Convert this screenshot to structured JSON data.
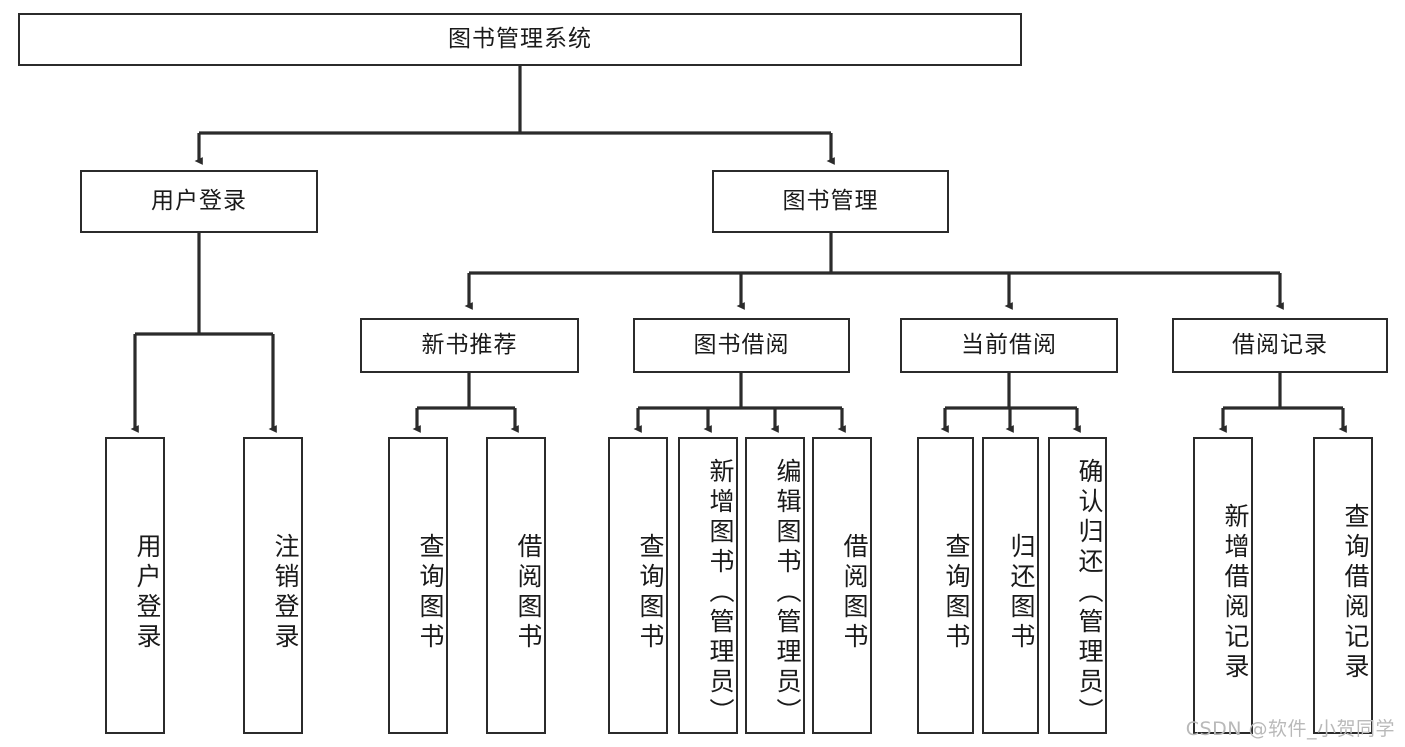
{
  "diagram": {
    "type": "tree-hierarchy",
    "title": "图书管理系统",
    "orientation": "top-down",
    "edge_style": "orthogonal-arrow",
    "colors": {
      "box_border": "#2b2b2b",
      "box_fill": "#ffffff",
      "edge": "#2b2b2b",
      "text": "#1a1a1a",
      "watermark": "#b9b9b9",
      "background": "#ffffff"
    },
    "root": {
      "label": "图书管理系统"
    },
    "level1": [
      {
        "label": "用户登录"
      },
      {
        "label": "图书管理"
      }
    ],
    "level2": [
      {
        "label": "新书推荐"
      },
      {
        "label": "图书借阅"
      },
      {
        "label": "当前借阅"
      },
      {
        "label": "借阅记录"
      }
    ],
    "leaves": {
      "user_login": [
        {
          "label": "用户登录"
        },
        {
          "label": "注销登录"
        }
      ],
      "new_book_recommend": [
        {
          "label": "查询图书"
        },
        {
          "label": "借阅图书"
        }
      ],
      "book_borrow": [
        {
          "label": "查询图书"
        },
        {
          "label": "新增图书（管理员）"
        },
        {
          "label": "编辑图书（管理员）"
        },
        {
          "label": "借阅图书"
        }
      ],
      "current_borrow": [
        {
          "label": "查询图书"
        },
        {
          "label": "归还图书"
        },
        {
          "label": "确认归还（管理员）"
        }
      ],
      "borrow_record": [
        {
          "label": "新增借阅记录"
        },
        {
          "label": "查询借阅记录"
        }
      ]
    }
  },
  "watermark": {
    "text": "CSDN @软件_小贺同学"
  }
}
